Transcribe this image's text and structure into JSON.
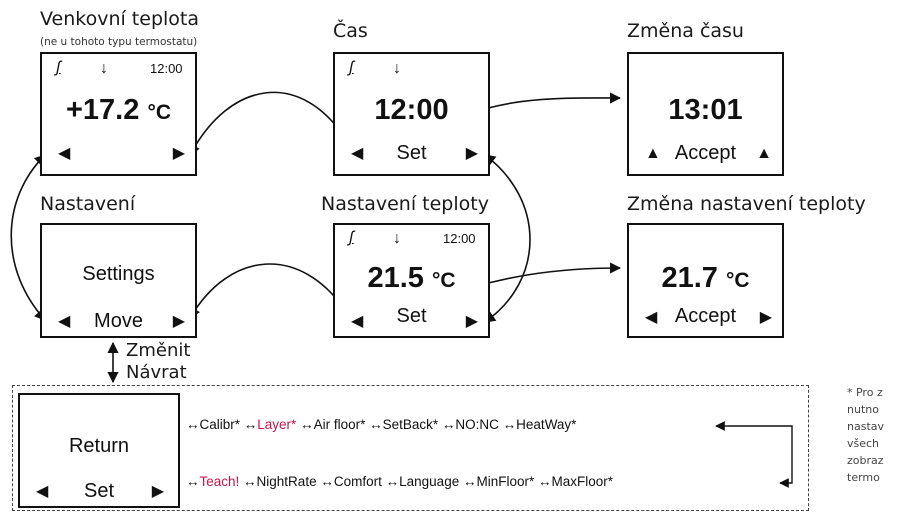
{
  "screens": {
    "outdoor": {
      "title": "Venkovní teplota",
      "subtitle": "(ne u tohoto typu termostatu)",
      "clock": "12:00",
      "value": "+17.2",
      "unit": "°C",
      "icons": [
        "heating-icon",
        "arrow-down-icon",
        "left-arrow-icon",
        "right-arrow-icon"
      ]
    },
    "time": {
      "title": "Čas",
      "value": "12:00",
      "action": "Set"
    },
    "time_change": {
      "title": "Změna času",
      "value": "13:01",
      "action": "Accept"
    },
    "settings": {
      "title": "Nastavení",
      "label": "Settings",
      "action": "Move"
    },
    "temp_set": {
      "title": "Nastavení teploty",
      "clock": "12:00",
      "value": "21.5",
      "unit": "°C",
      "action": "Set"
    },
    "temp_change": {
      "title": "Změna nastavení teploty",
      "value": "21.7",
      "unit": "°C",
      "action": "Accept"
    }
  },
  "change_return": {
    "change": "Změnit",
    "return": "Návrat"
  },
  "menu": {
    "return_screen": {
      "label": "Return",
      "action": "Set"
    },
    "row1": [
      {
        "text": "Calibr*",
        "highlight": false
      },
      {
        "text": "Layer*",
        "highlight": true
      },
      {
        "text": "Air floor*",
        "highlight": false
      },
      {
        "text": "SetBack*",
        "highlight": false
      },
      {
        "text": "NO:NC",
        "highlight": false
      },
      {
        "text": "HeatWay*",
        "highlight": false
      }
    ],
    "row2": [
      {
        "text": "Teach!",
        "highlight": true
      },
      {
        "text": "NightRate",
        "highlight": false
      },
      {
        "text": "Comfort",
        "highlight": false
      },
      {
        "text": "Language",
        "highlight": false
      },
      {
        "text": "MinFloor*",
        "highlight": false
      },
      {
        "text": "MaxFloor*",
        "highlight": false
      }
    ],
    "separator": "↔"
  },
  "footnote": [
    "* Pro z",
    "nutno",
    "nastav",
    "všech",
    "zobraz",
    "termo"
  ],
  "colors": {
    "highlight": "#c0184a",
    "stroke": "#111111"
  }
}
